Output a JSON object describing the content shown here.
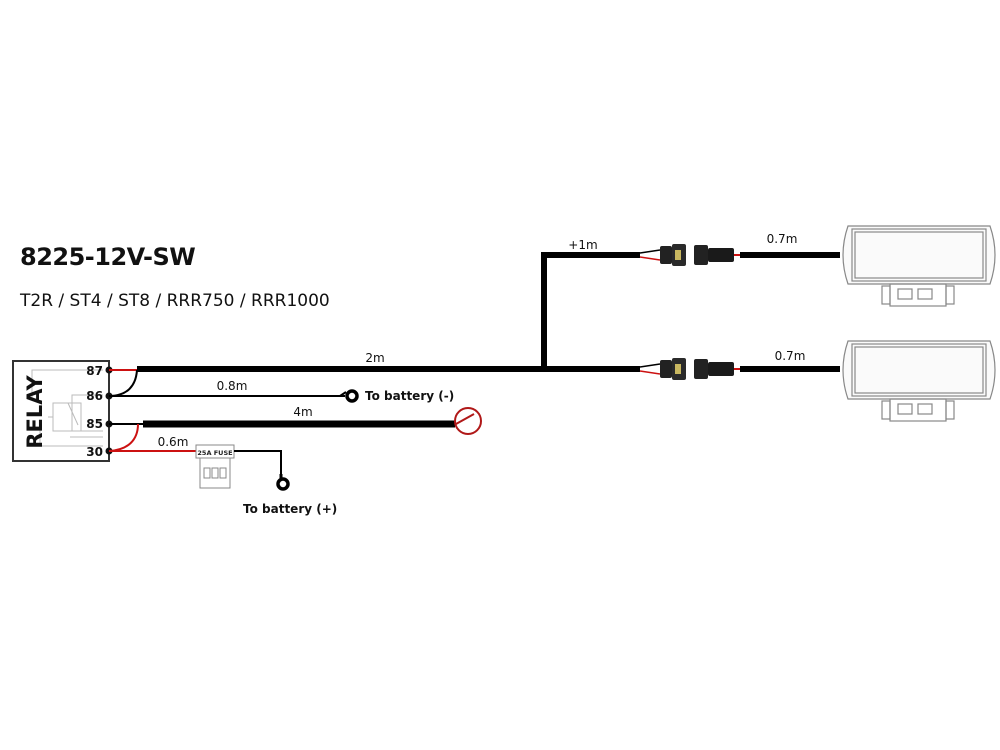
{
  "header": {
    "title": "8225-12V-SW",
    "subtitle": "T2R / ST4 / ST8 / RRR750 / RRR1000"
  },
  "relay": {
    "label": "RELAY",
    "pins": [
      "87",
      "86",
      "85",
      "30"
    ]
  },
  "wires": {
    "main_length": "2m",
    "branch_length": "+1m",
    "lamp1_length": "0.7m",
    "lamp2_length": "0.7m",
    "ground_length": "0.8m",
    "switch_length": "4m",
    "fuse_wire_length": "0.6m"
  },
  "fuse": {
    "label": "25A FUSE"
  },
  "labels": {
    "battery_negative": "To battery (-)",
    "battery_positive": "To battery (+)"
  },
  "colors": {
    "wire": "#000000",
    "positive_wire": "#cc1111",
    "switch": "#b01818",
    "outline": "#888888"
  }
}
